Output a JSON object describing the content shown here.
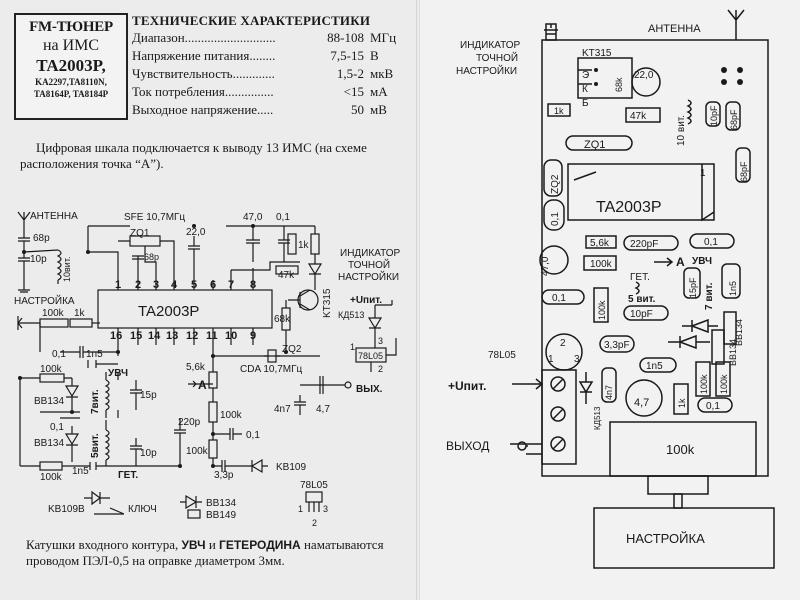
{
  "header": {
    "title_line1": "FM-ТЮНЕР",
    "title_line2": "на ИМС",
    "title_line3": "TA2003P,",
    "title_line4": "KA2297,TA8110N,",
    "title_line5": "TA8164P, TA8184P"
  },
  "specs": {
    "heading": "ТЕХНИЧЕСКИЕ ХАРАКТЕРИСТИКИ",
    "rows": [
      {
        "name": "Диапазон............................",
        "value": "88-108",
        "unit": "МГц"
      },
      {
        "name": "Напряжение питания........",
        "value": "7,5-15",
        "unit": "В"
      },
      {
        "name": "Чувствительность.............",
        "value": "1,5-2",
        "unit": "мкВ"
      },
      {
        "name": "Ток потребления...............",
        "value": "<15",
        "unit": "мА"
      },
      {
        "name": "Выходное напряжение.....",
        "value": "50",
        "unit": "мВ"
      }
    ]
  },
  "notes": {
    "digital_scale": "Цифровая шкала подключается к выводу 13 ИМС (на схеме расположения точка “A”).",
    "coils_a": "Катушки входного контура, ",
    "coils_b": "УВЧ",
    "coils_c": " и ",
    "coils_d": "ГЕТЕРОДИНА",
    "coils_e": " наматываются проводом ПЭЛ-0,5 на оправке диаметром 3мм."
  },
  "schematic": {
    "antenna": "АНТЕННА",
    "c68p": "68p",
    "c10p": "10p",
    "c10vit": "10вит.",
    "nastroyka": "НАСТРОЙКА",
    "r100k_top": "100k",
    "r1k": "1k",
    "sfe": "SFE 10,7МГц",
    "zq1": "ZQ1",
    "c68p_ic": "68p",
    "c22": "22,0",
    "c47": "47,0",
    "c01_top": "0,1",
    "r1k_top": "1k",
    "r47k": "47k",
    "r68k": "68k",
    "kt315": "KT315",
    "ic": "TA2003P",
    "pins_top": [
      "1",
      "2",
      "3",
      "4",
      "5",
      "6",
      "7",
      "8"
    ],
    "pins_bottom": [
      "16",
      "15",
      "14",
      "13",
      "12",
      "11",
      "10",
      "9"
    ],
    "ind_1": "ИНДИКАТОР",
    "ind_2": "ТОЧНОЙ",
    "ind_3": "НАСТРОЙКИ",
    "upit": "+Uпит.",
    "kd513": "КД513",
    "c01_left": "0,1",
    "c1n5_top": "1n5",
    "uvch": "УВЧ",
    "r100k_a": "100k",
    "bb134_a": "BB134",
    "c7vit": "7вит.",
    "c15p": "15p",
    "c01_mid": "0,1",
    "bb134_b": "BB134",
    "c5vit": "5вит.",
    "c10p_b": "10p",
    "get": "ГЕТ.",
    "c1n5_bot": "1n5",
    "r100k_b": "100k",
    "r56k": "5,6k",
    "point_a": "А",
    "c220p": "220p",
    "r100k_c": "100k",
    "r100k_d": "100k",
    "c01_b": "0,1",
    "c33p": "3,3p",
    "kb109": "KB109",
    "zq2": "ZQ2",
    "cda": "CDA 10,7МГц",
    "c4n7": "4n7",
    "c47b": "4,7",
    "vyh": "ВЫХ.",
    "reg": "78L05",
    "reg_pins": [
      "1",
      "2",
      "3"
    ]
  },
  "legend": {
    "kb109v": "KB109В",
    "klyuch": "КЛЮЧ",
    "bb134": "BB134",
    "bb149": "BB149",
    "reg": "78L05",
    "pins": [
      "1",
      "3",
      "2"
    ]
  },
  "board": {
    "indicator_1": "ИНДИКАТОР",
    "indicator_2": "ТОЧНОЙ",
    "indicator_3": "НАСТРОЙКИ",
    "antenna": "АНТЕННА",
    "kt315": "KT315",
    "pins_ekb": [
      "Э",
      "К",
      "Б"
    ],
    "r68k": "68k",
    "c22": "22,0",
    "r1k": "1k",
    "r47k": "47k",
    "coil10": "10 вит.",
    "c10pf": "10pF",
    "c68pf_a": "68pF",
    "c68pf_b": "68pF",
    "zq1": "ZQ1",
    "zq2": "ZQ2",
    "ic": "TA2003P",
    "pin1": "1",
    "c01_a": "0,1",
    "r56k": "5,6k",
    "c220pf": "220pF",
    "c01_b": "0,1",
    "c47": "47,0",
    "r100k_a": "100k",
    "point_a": "А",
    "uvch": "УВЧ",
    "get": "ГЕТ.",
    "c15pf": "15pF",
    "coil7": "7 вит.",
    "c1n5_a": "1n5",
    "c01_c": "0,1",
    "r100k_b": "100k",
    "coil5": "5 вит.",
    "c10pf_b": "10pF",
    "bb134_a": "BB134",
    "reg": "78L05",
    "reg_pins": [
      "1",
      "2",
      "3"
    ],
    "c33pf": "3,3pF",
    "bb134_b": "BB134",
    "c1n5_b": "1n5",
    "upit": "+Uпит.",
    "c4n7": "4n7",
    "kd513": "КД513",
    "c47b": "4,7",
    "r1k_b": "1k",
    "r100k_c": "100k",
    "r100k_d": "100k",
    "c01_d": "0,1",
    "out": "ВЫХОД",
    "pot": "100k",
    "knob": "НАСТРОЙКА"
  }
}
